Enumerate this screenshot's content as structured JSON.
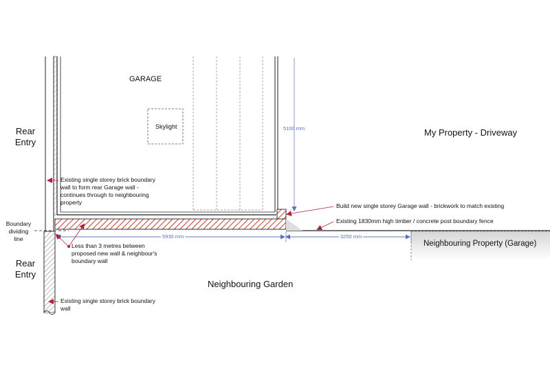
{
  "labels": {
    "garage": "GARAGE",
    "skylight": "Skylight",
    "rear_entry_top": [
      "Rear",
      "Entry"
    ],
    "rear_entry_bottom": [
      "Rear",
      "Entry"
    ],
    "my_property": "My Property - Driveway",
    "neighbouring_garden": "Neighbouring  Garden",
    "neighbouring_property": "Neighbouring  Property (Garage)",
    "boundary_line": [
      "Boundary",
      "dividing",
      "line"
    ]
  },
  "annotations": {
    "rear_wall": [
      "Existing single storey brick boundary",
      "wall to form rear Garage wall -",
      "continues through to neighbouring",
      "property"
    ],
    "new_wall": "Build new single storey Garage wall - brickwork to match existing",
    "fence": "Existing 1830mm high timber / concrete post boundary fence",
    "distance": [
      "Less than 3 metres between",
      "proposed new wall & neighbour's",
      "boundary wall"
    ],
    "boundary_wall": [
      "Existing single storey brick boundary",
      "wall"
    ]
  },
  "dimensions": {
    "vertical": "5100 mm",
    "horizontal_garage": "5930 mm",
    "horizontal_driveway": "3250 mm"
  },
  "colors": {
    "arrow": "#b0203a",
    "hatch": "#c0392b",
    "dimension": "#5a6fbf"
  }
}
